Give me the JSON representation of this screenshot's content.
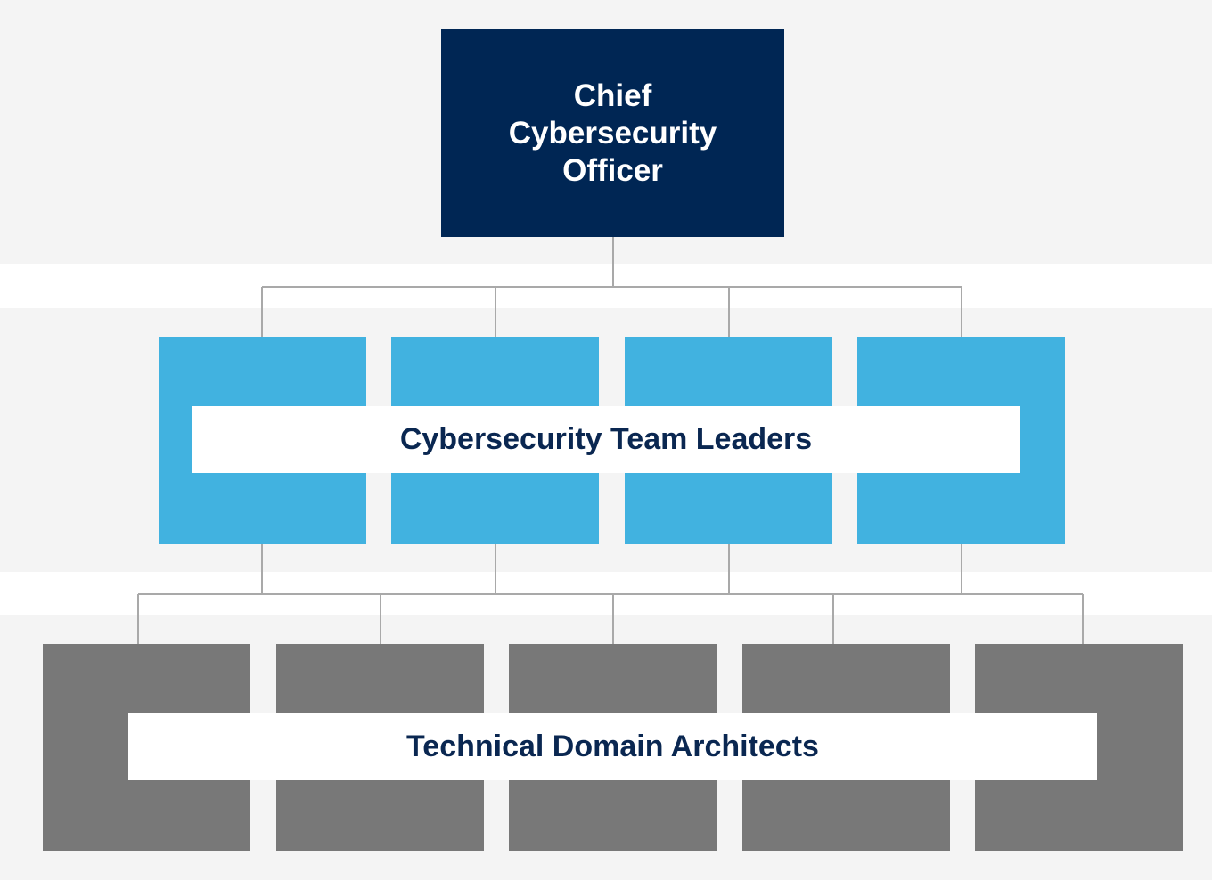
{
  "diagram": {
    "levels": [
      {
        "id": "officer",
        "title": "Chief Cybersecurity Officer",
        "box_count": 1,
        "color": "#002654",
        "text_color": "#ffffff"
      },
      {
        "id": "leaders",
        "title": "Cybersecurity Team Leaders",
        "box_count": 4,
        "color": "#41b2e0",
        "text_color": "#0a2751"
      },
      {
        "id": "architects",
        "title": "Technical Domain Architects",
        "box_count": 5,
        "color": "#787878",
        "text_color": "#0a2751"
      }
    ],
    "connector_color": "#a9a9a9",
    "band_color": "#f4f4f4"
  }
}
